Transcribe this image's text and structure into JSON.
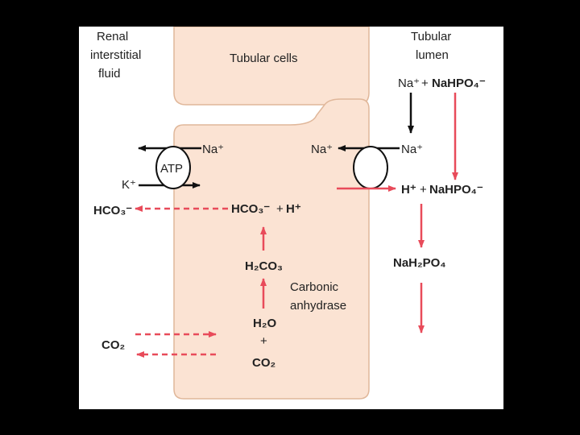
{
  "colors": {
    "background": "#000000",
    "panel": "#ffffff",
    "cell": "#fbe3d3",
    "cell_border": "#e0b79a",
    "black_arrow": "#111111",
    "red_arrow": "#e84b5a"
  },
  "labels": {
    "interstitial_1": "Renal",
    "interstitial_2": "interstitial",
    "interstitial_3": "fluid",
    "tubular_cells": "Tubular cells",
    "lumen_1": "Tubular",
    "lumen_2": "lumen",
    "na_plus": "Na⁺",
    "k_plus": "K⁺",
    "atp": "ATP",
    "plus": "+",
    "h_plus": "H⁺",
    "hco3": "HCO₃⁻",
    "carbonic_1": "Carbonic",
    "carbonic_2": "anhydrase",
    "h2co3": "H₂CO₃",
    "h2o": "H₂O",
    "co2": "CO₂",
    "nahpo4": "NaHPO₄⁻",
    "nah2po4": "NaH₂PO₄"
  }
}
